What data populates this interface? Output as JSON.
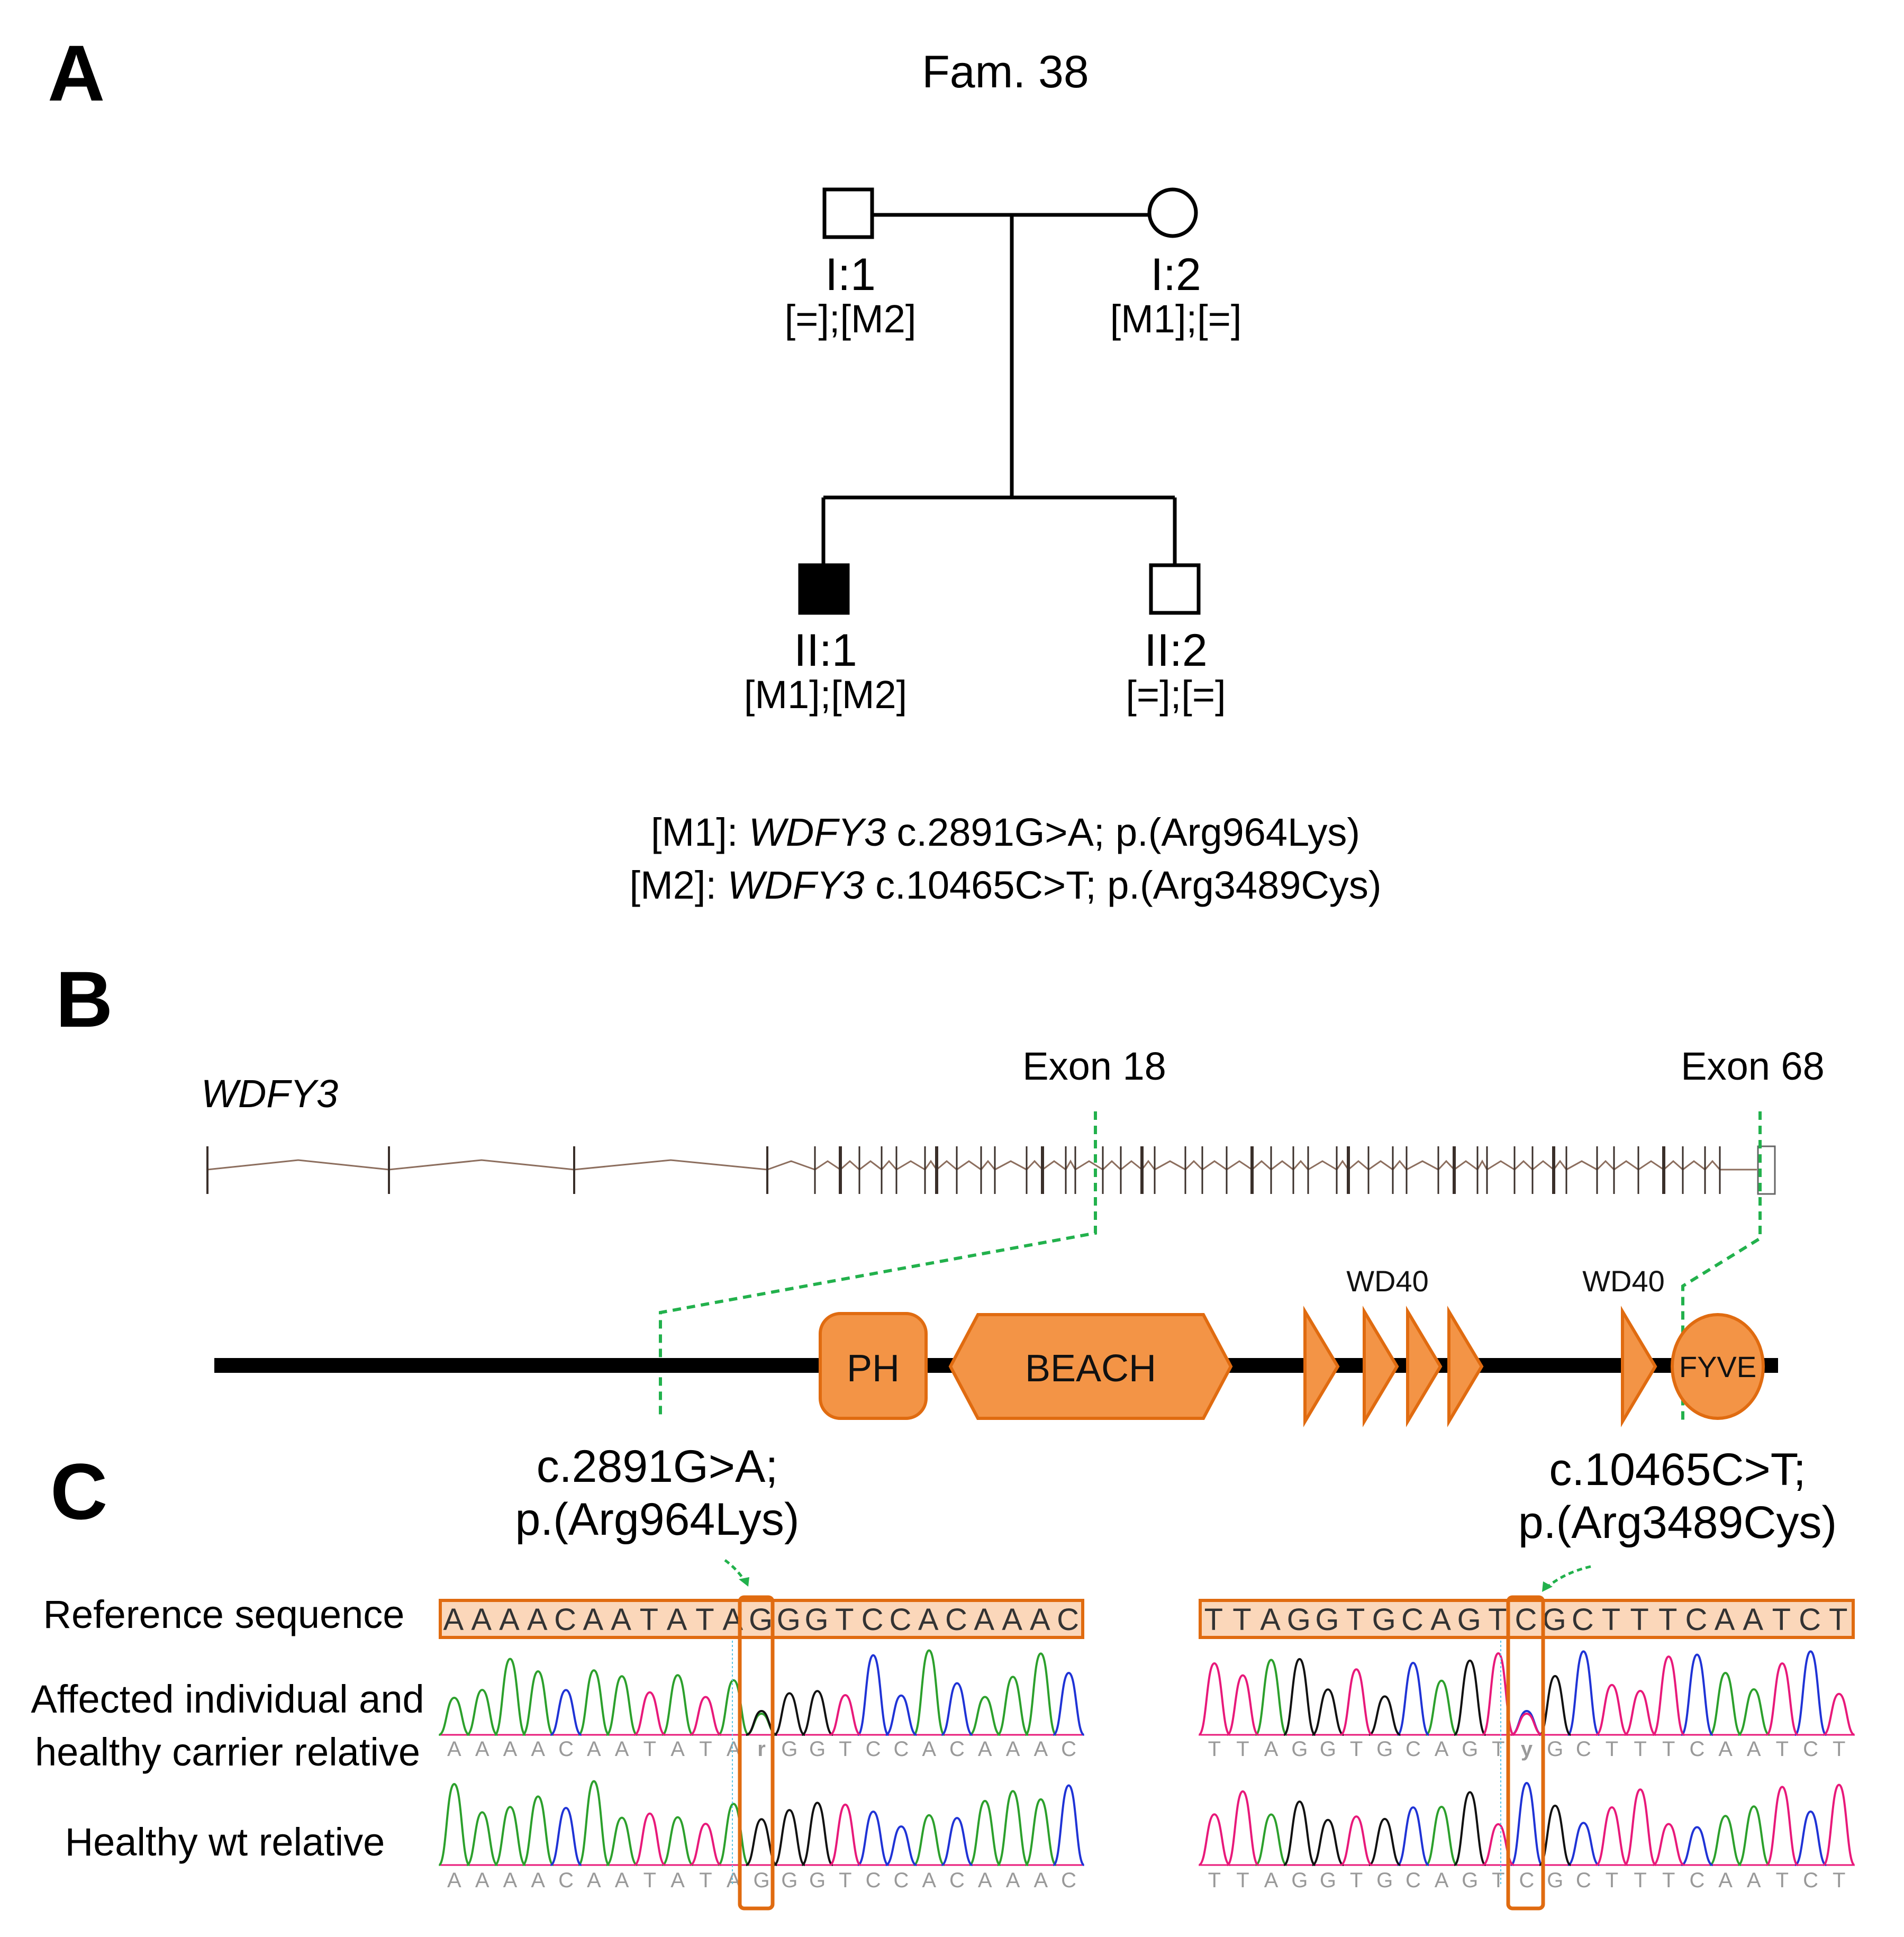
{
  "colors": {
    "accent": "#f39446",
    "accent_stroke": "#e06b10",
    "connector": "#22b14c",
    "seq_fill": "#fbd7ba",
    "affected": "#000000",
    "trace_A": "#2ca02c",
    "trace_C": "#1f33d6",
    "trace_G": "#111111",
    "trace_T": "#e8197a"
  },
  "panels": {
    "a": "A",
    "b": "B",
    "c": "C"
  },
  "pedigree": {
    "title": "Fam. 38",
    "individuals": [
      {
        "id": "I:1",
        "genotype": "[=];[M2]",
        "sex": "male",
        "affected": false
      },
      {
        "id": "I:2",
        "genotype": "[M1];[=]",
        "sex": "female",
        "affected": false
      },
      {
        "id": "II:1",
        "genotype": "[M1];[M2]",
        "sex": "male",
        "affected": true
      },
      {
        "id": "II:2",
        "genotype": "[=];[=]",
        "sex": "male",
        "affected": false
      }
    ],
    "legend": [
      {
        "tag": "[M1]: ",
        "gene": "WDFY3",
        "change": " c.2891G>A; p.(Arg964Lys)"
      },
      {
        "tag": "[M2]: ",
        "gene": "WDFY3",
        "change": " c.10465C>T; p.(Arg3489Cys)"
      }
    ]
  },
  "gene": {
    "name": "WDFY3",
    "exon18": "Exon 18",
    "exon68": "Exon 68",
    "domains": {
      "ph": "PH",
      "beach": "BEACH",
      "wd40_1": "WD40",
      "wd40_2": "WD40",
      "fyve": "FYVE"
    }
  },
  "variants": [
    {
      "cdna": "c.2891G>A;",
      "protein": "p.(Arg964Lys)",
      "reference": "AAAACAATATAGGGTCCACAAAC",
      "position": 11,
      "affected_calls": "AAAACAATATArGGTCCACAAAC",
      "wt_calls": "AAAACAATATAGGGTCCACAAAC",
      "het_code": "r"
    },
    {
      "cdna": "c.10465C>T;",
      "protein": "p.(Arg3489Cys)",
      "reference": "TTAGGTGCAGTCGCTTTCAATCT",
      "position": 11,
      "affected_calls": "TTAGGTGCAGTyGCTTTCAATCT",
      "wt_calls": "TTAGGTGCAGTCGCTTTCAATCT",
      "het_code": "y"
    }
  ],
  "rows": {
    "reference": "Reference sequence",
    "affected_line1": "Affected individual and",
    "affected_line2": "healthy carrier relative",
    "wt": "Healthy wt relative"
  }
}
